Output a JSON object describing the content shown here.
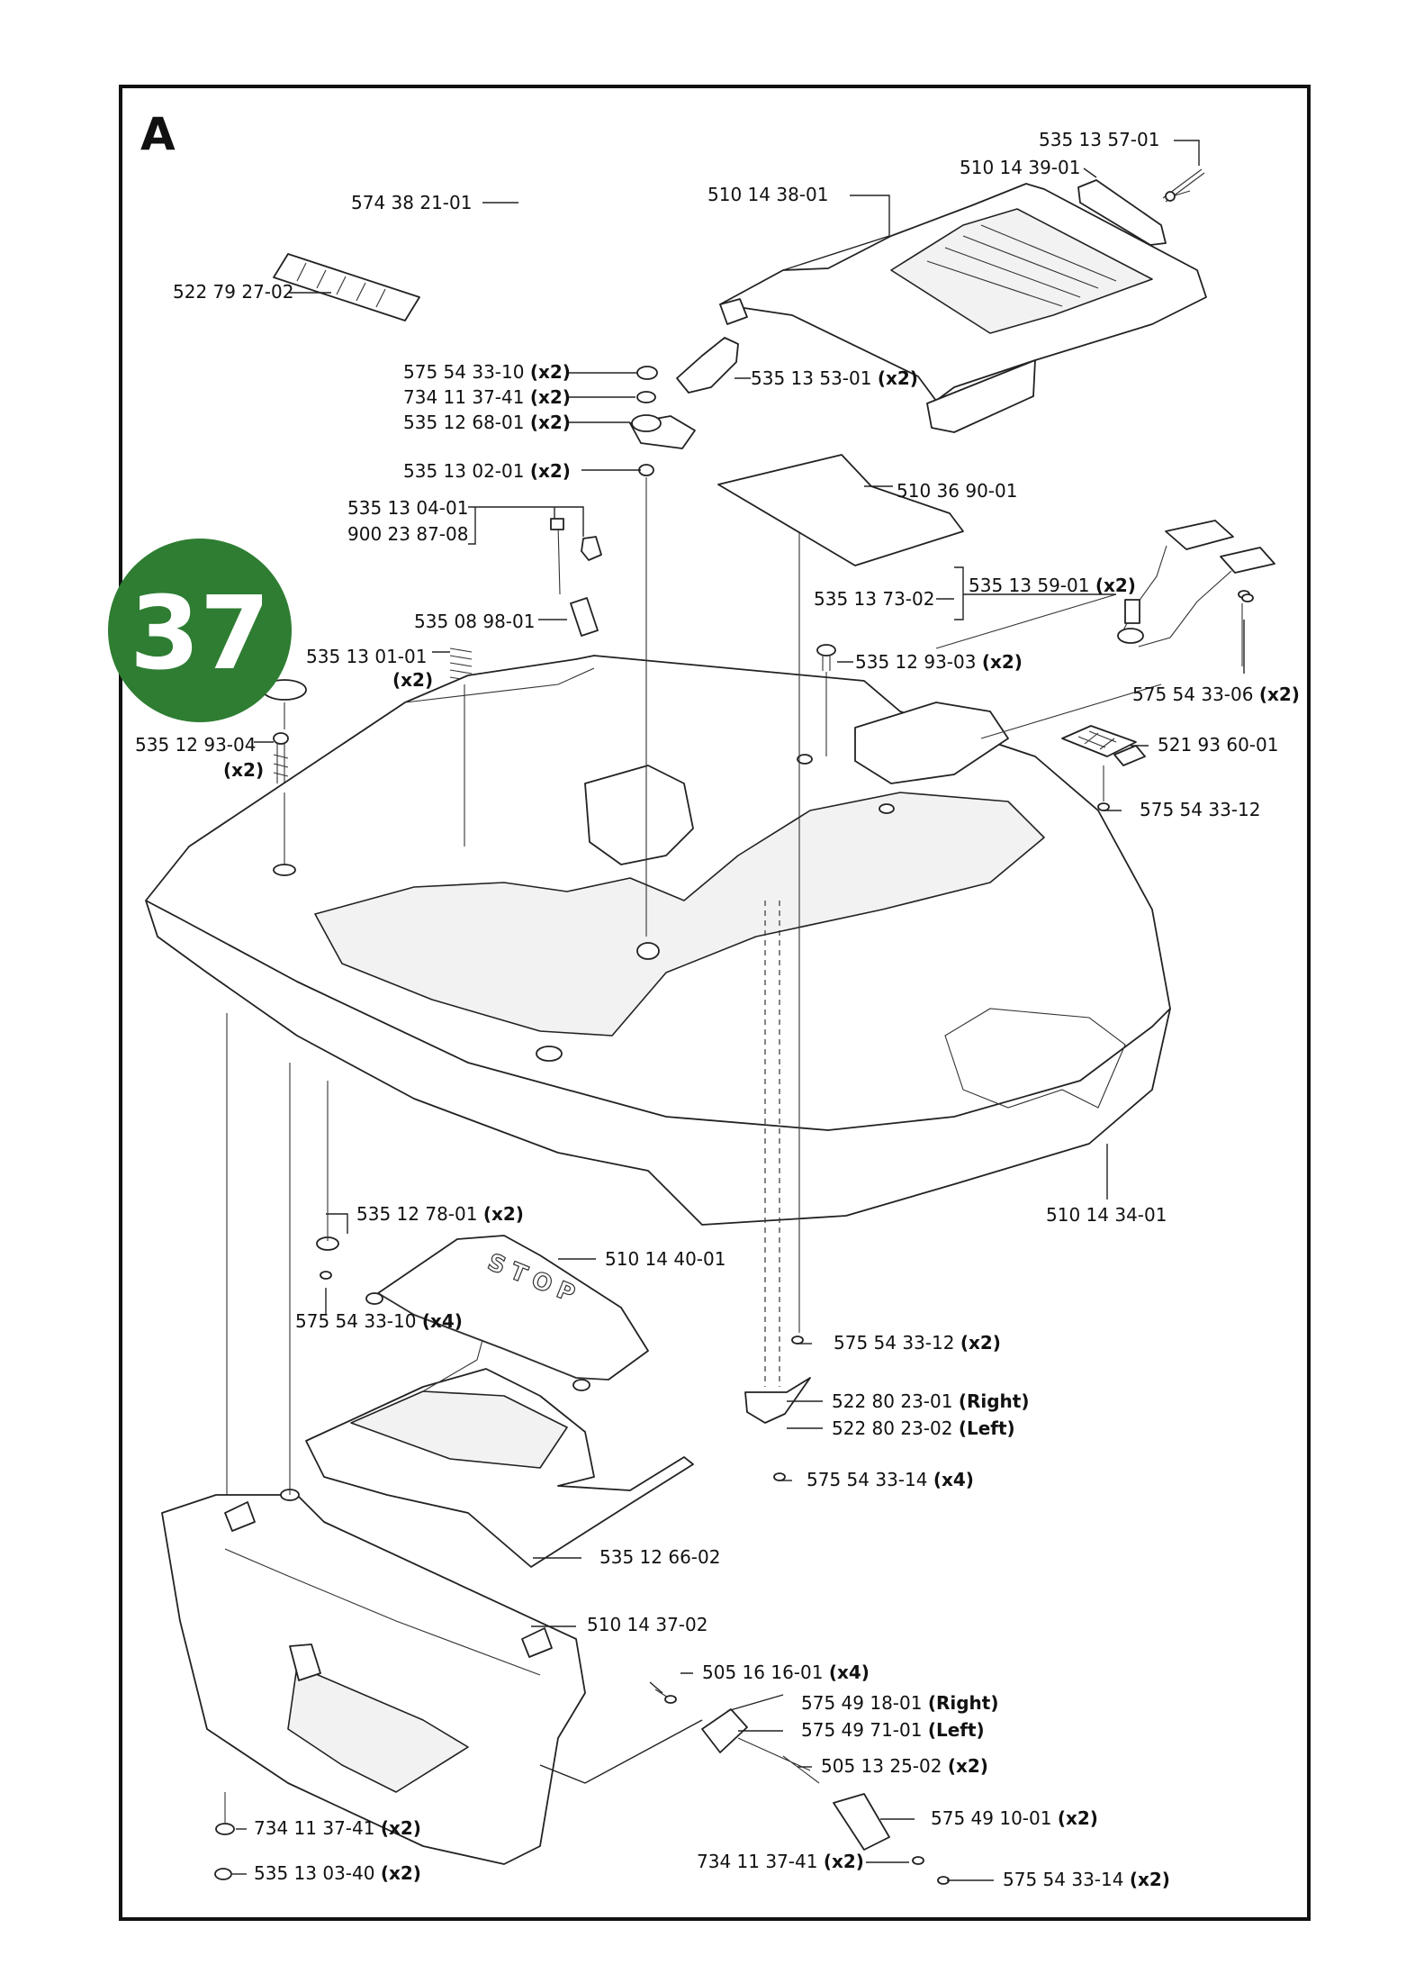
{
  "section_letter": "A",
  "page_badge": "37",
  "badge_color": "#2e7d32",
  "stop_text": "STOP",
  "labels": [
    {
      "id": "l1",
      "part": "535 13 57-01",
      "qty": ""
    },
    {
      "id": "l2",
      "part": "510 14 39-01",
      "qty": ""
    },
    {
      "id": "l3",
      "part": "510 14 38-01",
      "qty": ""
    },
    {
      "id": "l4",
      "part": "574 38 21-01",
      "qty": ""
    },
    {
      "id": "l5",
      "part": "522 79 27-02",
      "qty": ""
    },
    {
      "id": "l6",
      "part": "575 54 33-10",
      "qty": "(x2)"
    },
    {
      "id": "l7",
      "part": "734 11 37-41",
      "qty": "(x2)"
    },
    {
      "id": "l8",
      "part": "535 12 68-01",
      "qty": "(x2)"
    },
    {
      "id": "l9",
      "part": "535 13 53-01",
      "qty": "(x2)"
    },
    {
      "id": "l10",
      "part": "535 13 02-01",
      "qty": "(x2)"
    },
    {
      "id": "l11",
      "part": "510 36 90-01",
      "qty": ""
    },
    {
      "id": "l12",
      "part": "535 13 04-01",
      "qty": ""
    },
    {
      "id": "l13",
      "part": "900 23 87-08",
      "qty": ""
    },
    {
      "id": "l14",
      "part": "535 13 73-02",
      "qty": ""
    },
    {
      "id": "l15",
      "part": "535 13 59-01",
      "qty": "(x2)"
    },
    {
      "id": "l16",
      "part": "535 08 98-01",
      "qty": ""
    },
    {
      "id": "l17",
      "part": "535 13 01-01",
      "qty": ""
    },
    {
      "id": "l17q",
      "part": "",
      "qty": "(x2)"
    },
    {
      "id": "l18",
      "part": "535 12 93-03",
      "qty": "(x2)"
    },
    {
      "id": "l19",
      "part": "575 54 33-06",
      "qty": "(x2)"
    },
    {
      "id": "l20",
      "part": "535 12 93-04",
      "qty": ""
    },
    {
      "id": "l20q",
      "part": "",
      "qty": "(x2)"
    },
    {
      "id": "l21",
      "part": "521 93 60-01",
      "qty": ""
    },
    {
      "id": "l22",
      "part": "575 54 33-12",
      "qty": ""
    },
    {
      "id": "l23",
      "part": "510 14 34-01",
      "qty": ""
    },
    {
      "id": "l24",
      "part": "535 12 78-01",
      "qty": "(x2)"
    },
    {
      "id": "l25",
      "part": "510 14 40-01",
      "qty": ""
    },
    {
      "id": "l26",
      "part": "575 54 33-10",
      "qty": "(x4)"
    },
    {
      "id": "l27",
      "part": "575 54 33-12",
      "qty": "(x2)"
    },
    {
      "id": "l28",
      "part": "522 80 23-01",
      "qty": "(Right)"
    },
    {
      "id": "l29",
      "part": "522 80 23-02",
      "qty": "(Left)"
    },
    {
      "id": "l30",
      "part": "575 54 33-14",
      "qty": "(x4)"
    },
    {
      "id": "l31",
      "part": "535 12 66-02",
      "qty": ""
    },
    {
      "id": "l32",
      "part": "510 14 37-02",
      "qty": ""
    },
    {
      "id": "l33",
      "part": "505 16 16-01",
      "qty": "(x4)"
    },
    {
      "id": "l34",
      "part": "575 49 18-01",
      "qty": "(Right)"
    },
    {
      "id": "l35",
      "part": "575 49 71-01",
      "qty": "(Left)"
    },
    {
      "id": "l36",
      "part": "505 13 25-02",
      "qty": "(x2)"
    },
    {
      "id": "l37",
      "part": "575 49 10-01",
      "qty": "(x2)"
    },
    {
      "id": "l38",
      "part": "734 11 37-41",
      "qty": "(x2)"
    },
    {
      "id": "l39",
      "part": "535 13 03-40",
      "qty": "(x2)"
    },
    {
      "id": "l40",
      "part": "734 11 37-41",
      "qty": "(x2)"
    },
    {
      "id": "l41",
      "part": "575 54 33-14",
      "qty": "(x2)"
    }
  ]
}
